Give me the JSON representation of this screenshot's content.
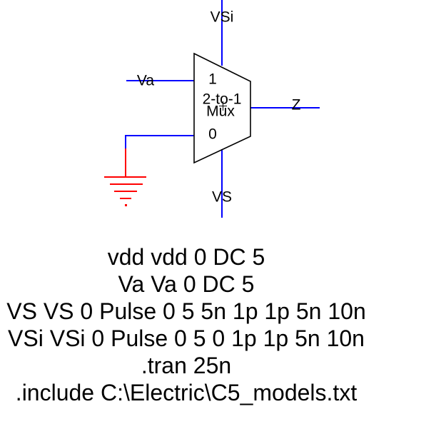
{
  "schematic": {
    "component": {
      "name_line1": "2-to-1",
      "name_line2": "Mux",
      "port_top_label": "1",
      "port_bottom_label": "0"
    },
    "nets": {
      "top": "VSi",
      "left": "Va",
      "output": "Z",
      "bottom": "VS"
    },
    "colors": {
      "wire": "#0000ff",
      "ground": "#ff0000",
      "symbol_outline": "#000000",
      "text": "#000000",
      "background": "#ffffff"
    }
  },
  "netlist": {
    "lines": [
      "vdd vdd 0 DC 5",
      "Va Va 0 DC 5",
      "VS VS 0 Pulse 0 5 5n 1p 1p 5n 10n",
      "VSi VSi 0 Pulse 0 5 0 1p 1p 5n 10n",
      ".tran 25n",
      ".include C:\\Electric\\C5_models.txt"
    ]
  }
}
